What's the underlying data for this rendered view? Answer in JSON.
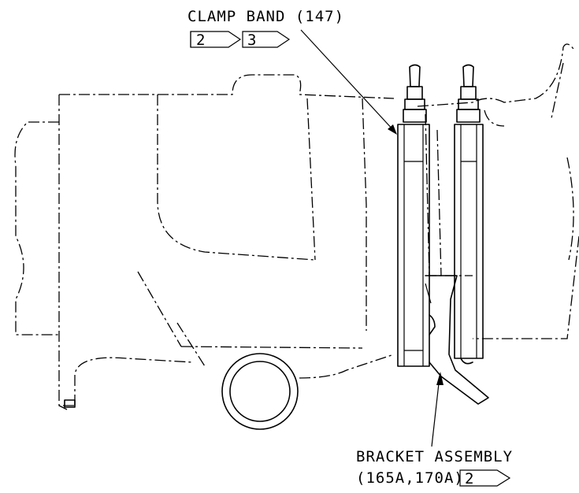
{
  "callouts": {
    "clamp_band": {
      "label": "CLAMP BAND (147)",
      "flags": [
        "2",
        "3"
      ]
    },
    "bracket_assembly": {
      "line1": "BRACKET ASSEMBLY",
      "line2": "(165A,170A)",
      "flags": [
        "2"
      ]
    }
  },
  "colors": {
    "line": "#000000",
    "background": "#ffffff"
  }
}
